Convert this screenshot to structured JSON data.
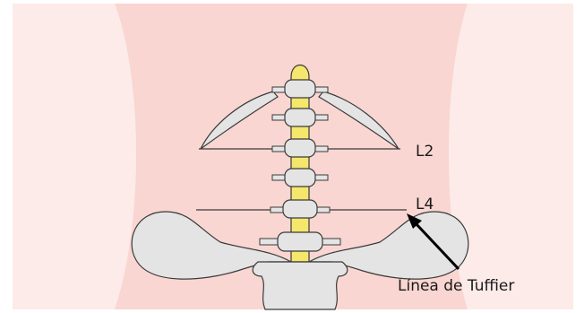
{
  "labels": {
    "l2": "L2",
    "l4": "L4",
    "tuffier": "Línea de Tuffier"
  },
  "colors": {
    "skin_outer": "#fcebe8",
    "skin_inner": "#f9d6d1",
    "bone_fill": "#e4e4e4",
    "spinal_cord": "#f5e66c",
    "outline": "#3a3a3a"
  }
}
